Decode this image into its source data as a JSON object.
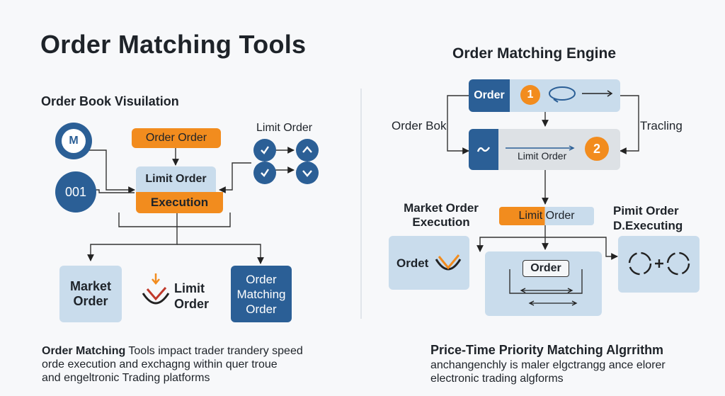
{
  "left": {
    "title": "Order Matching Tools",
    "subtitle": "Order Book Visuilation",
    "m_badge": "M",
    "num_badge": "001",
    "order_order": "Order Order",
    "limit_order_top": "Limit Order",
    "limit_order": "Limit Order",
    "execution": "Execution",
    "market_order": "Market Order",
    "limit_order_icon": "Limit Order",
    "order_matching_order": "Order Matching Order",
    "desc_bold": "Order Matching",
    "desc_line1_rest": " Tools impact trader trandery speed",
    "desc_line2": "orde execution and exchagng within quer troue",
    "desc_line3": "and engeltronic Trading platforms"
  },
  "right": {
    "title": "Order Matching Engine",
    "order_label": "Order",
    "badge1": "1",
    "badge2": "2",
    "limit_order_mid": "Limit Order",
    "order_bok": "Order Bok",
    "tracling": "Tracling",
    "market_order_execution": "Market Order Execution",
    "limit_order_bar": "Limit Order",
    "pimit_order": "Pimit Order D.Executing",
    "ordet": "Ordet",
    "order_inner": "Order",
    "desc_title": "Price-Time Priority Matching Algrrithm",
    "desc_line1": "anchangenchly is maler elgctrangg ance elorer",
    "desc_line2": "electronic trading algforms"
  },
  "colors": {
    "navy": "#2b5f96",
    "orange": "#f28c1e",
    "light": "#c9dcec",
    "text": "#1e2329"
  }
}
